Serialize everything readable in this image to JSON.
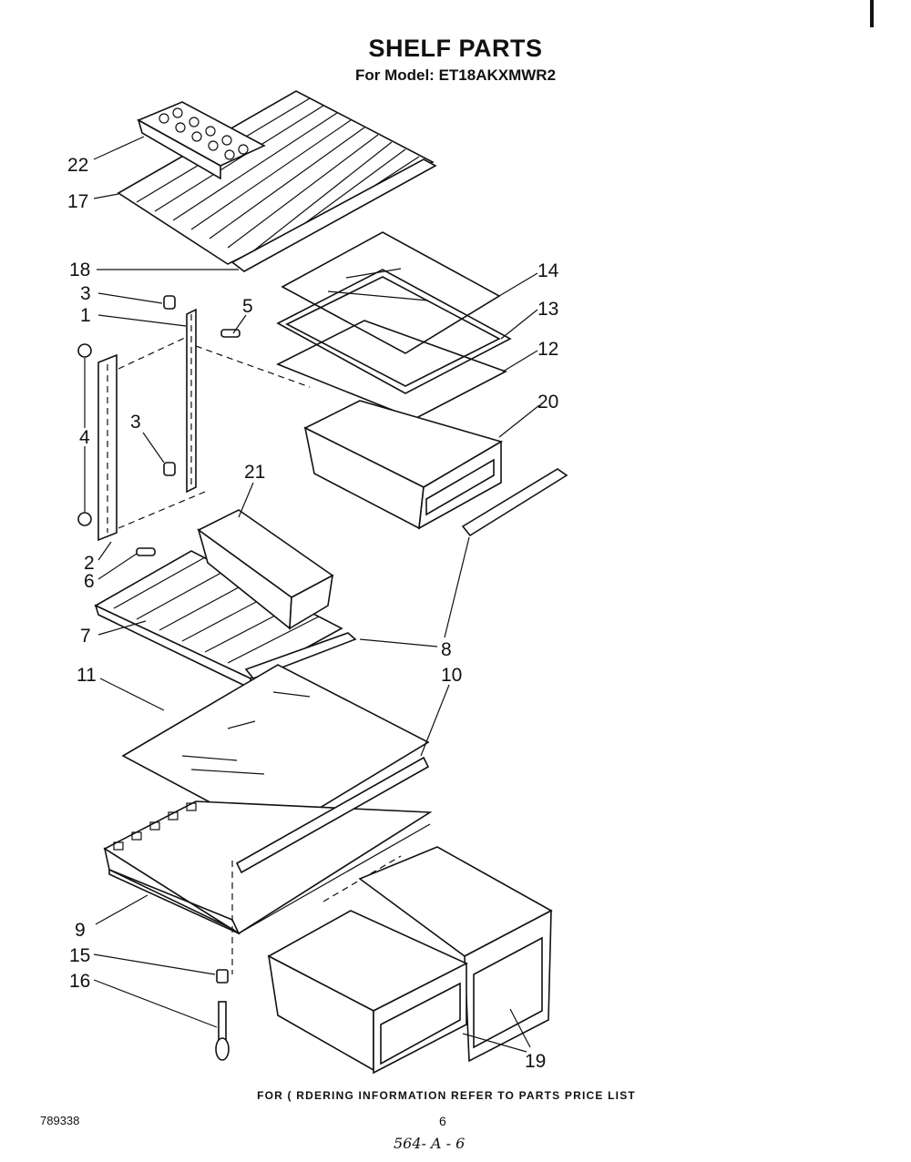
{
  "header": {
    "title": "SHELF PARTS",
    "model": "For Model: ET18AKXMWR2"
  },
  "callouts": {
    "c22": "22",
    "c17": "17",
    "c18": "18",
    "c3a": "3",
    "c1": "1",
    "c5": "5",
    "c14": "14",
    "c13": "13",
    "c12": "12",
    "c20": "20",
    "c4": "4",
    "c3b": "3",
    "c21": "21",
    "c2": "2",
    "c6": "6",
    "c8": "8",
    "c7": "7",
    "c10": "10",
    "c11": "11",
    "c9": "9",
    "c15": "15",
    "c16": "16",
    "c19": "19"
  },
  "footer": {
    "ordering_note": "FOR ( RDERING INFORMATION REFER TO PARTS PRICE LIST",
    "document_number": "789338",
    "page_number": "6",
    "handwritten_note": "564- A - 6"
  }
}
